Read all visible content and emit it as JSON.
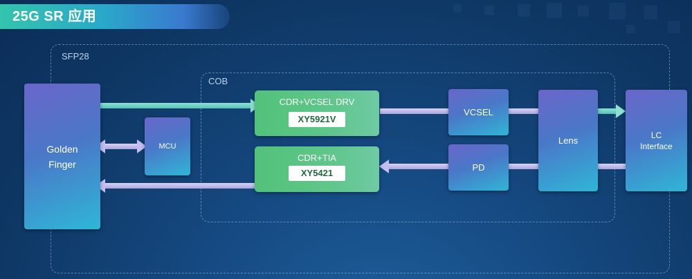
{
  "title": "25G SR 应用",
  "regions": {
    "sfp": "SFP28",
    "cob": "COB"
  },
  "blocks": {
    "golden_finger": "Golden\nFinger",
    "mcu": "MCU",
    "tx_chip": {
      "title": "CDR+VCSEL DRV",
      "part": "XY5921V"
    },
    "rx_chip": {
      "title": "CDR+TIA",
      "part": "XY5421"
    },
    "vcsel": "VCSEL",
    "pd": "PD",
    "lens": "Lens",
    "lc": "LC\nInterface"
  },
  "colors": {
    "title_gradient": [
      "#33c4ad",
      "#3a79cf"
    ],
    "block_gradient": [
      "#6a66c9",
      "#2fb6d6"
    ],
    "chip_green": "#52c27a",
    "link_lavender": "#c4beef",
    "link_teal": "#6fd1c5"
  }
}
